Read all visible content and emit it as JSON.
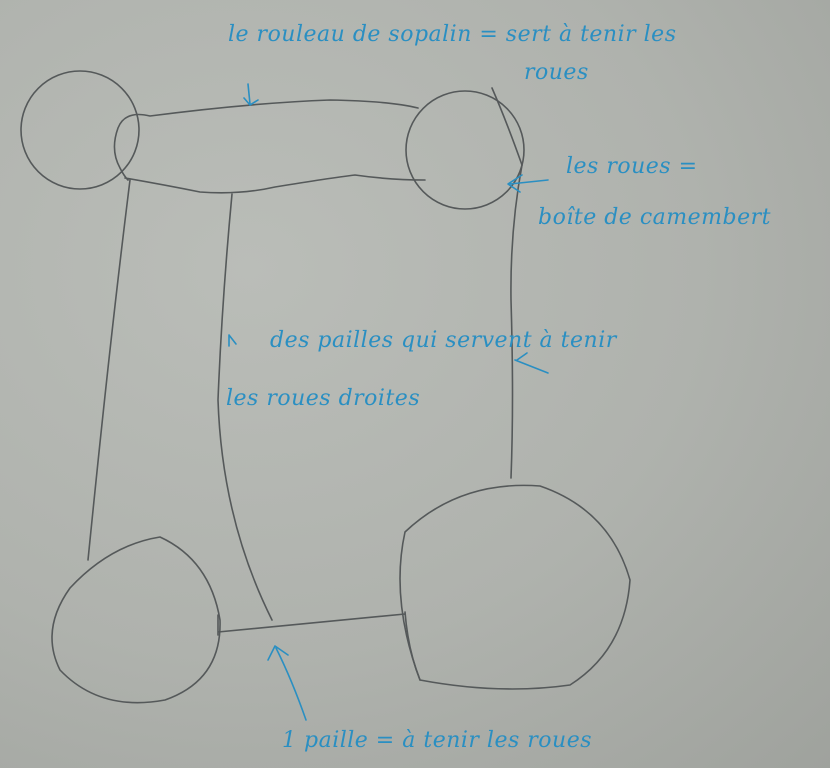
{
  "annotations": {
    "rouleau_line1": "le rouleau de sopalin = sert à tenir les",
    "rouleau_line2": "roues",
    "roues_line1": "les roues =",
    "roues_line2": "boîte de camembert",
    "pailles_line1": "des pailles qui servent à tenir",
    "pailles_line2": "les roues droites",
    "paille_bottom": "1 paille = à tenir les roues"
  },
  "colors": {
    "ink": "#2a8fc2",
    "pencil": "#55595a",
    "paper": "#b4b7b2"
  }
}
